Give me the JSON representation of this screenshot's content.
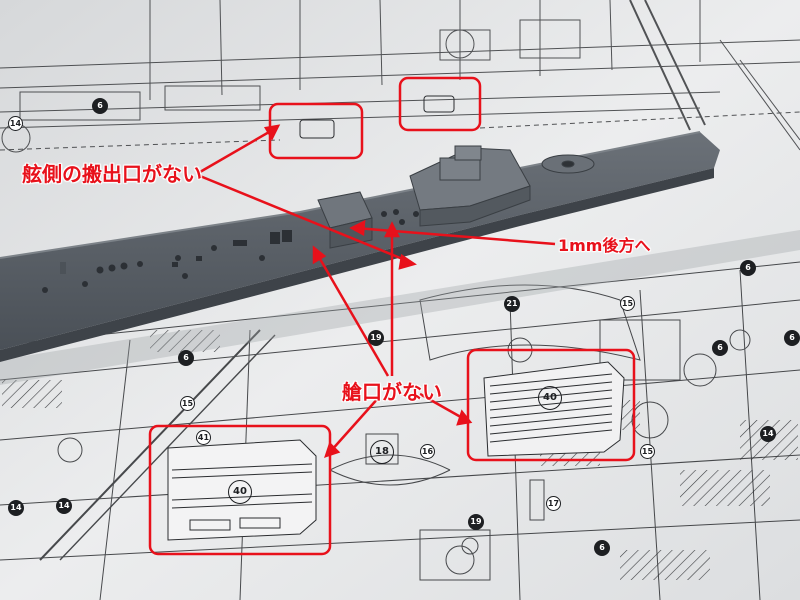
{
  "annotations": {
    "side_opening": "舷側の搬出口がない",
    "move_back": "1mm後方へ",
    "hatch": "艙口がない"
  },
  "plan_numbers": [
    {
      "id": "n-14a",
      "text": "14"
    },
    {
      "id": "n-6a",
      "text": "6"
    },
    {
      "id": "n-6b",
      "text": "6"
    },
    {
      "id": "n-6c",
      "text": "6"
    },
    {
      "id": "n-19a",
      "text": "19"
    },
    {
      "id": "n-21",
      "text": "21"
    },
    {
      "id": "n-15a",
      "text": "15"
    },
    {
      "id": "n-15b",
      "text": "15"
    },
    {
      "id": "n-15c",
      "text": "15"
    },
    {
      "id": "n-41",
      "text": "41"
    },
    {
      "id": "n-40a",
      "text": "40"
    },
    {
      "id": "n-40b",
      "text": "40"
    },
    {
      "id": "n-18",
      "text": "18"
    },
    {
      "id": "n-16",
      "text": "16"
    },
    {
      "id": "n-14b",
      "text": "14"
    },
    {
      "id": "n-14c",
      "text": "14"
    },
    {
      "id": "n-14d",
      "text": "14"
    },
    {
      "id": "n-17",
      "text": "17"
    },
    {
      "id": "n-19b",
      "text": "19"
    },
    {
      "id": "n-6d",
      "text": "6"
    },
    {
      "id": "n-6e",
      "text": "6"
    },
    {
      "id": "n-6f",
      "text": "6"
    }
  ],
  "colors": {
    "annotation_red": "#e8111b",
    "hull_gray": "#5a6068",
    "paper": "#e9eaeb"
  }
}
